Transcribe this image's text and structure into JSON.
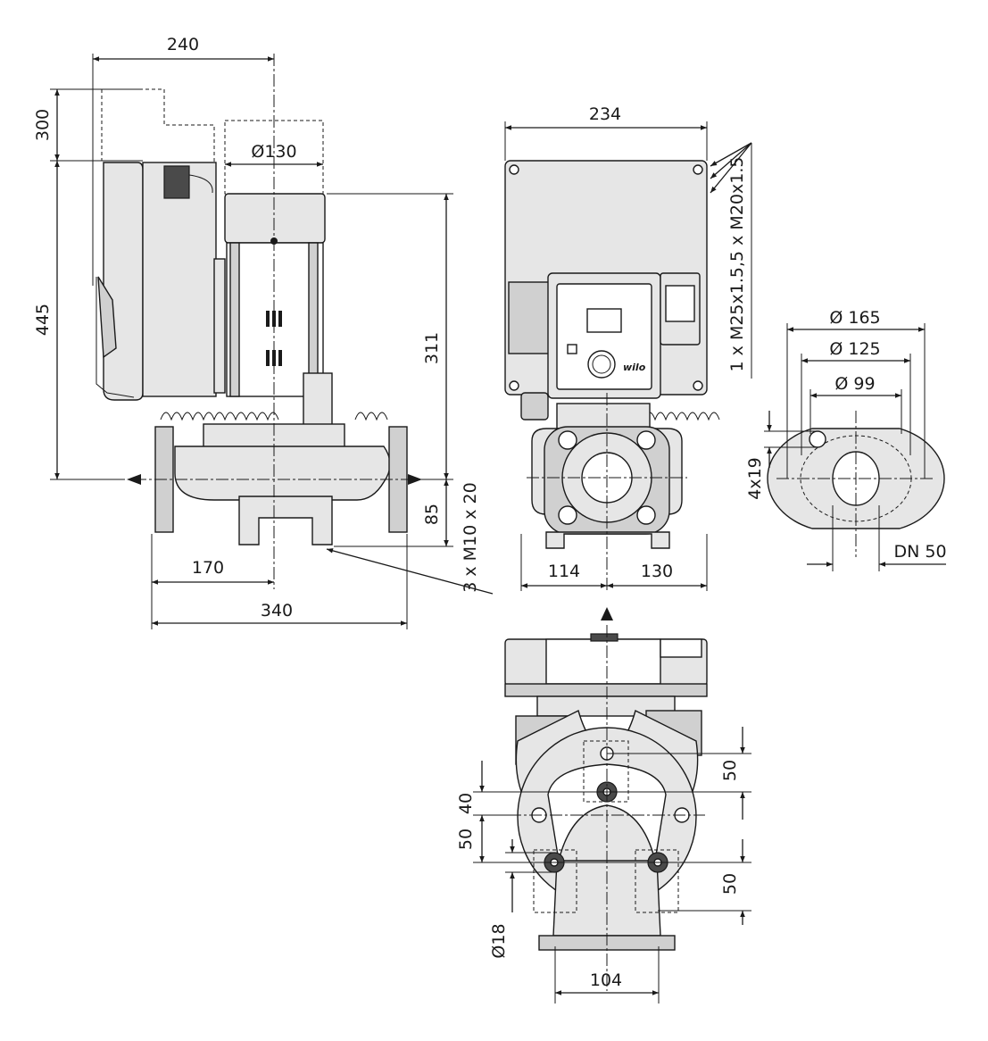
{
  "colors": {
    "line": "#1a1a1a",
    "housing": "#e6e6e6",
    "housing_dark": "#d0d0d0",
    "background": "#ffffff"
  },
  "side_view": {
    "dim_240": "240",
    "dim_300": "300",
    "dim_445": "445",
    "dim_130_dia": "Ø130",
    "dim_311": "311",
    "dim_85": "85",
    "dim_170": "170",
    "dim_340": "340",
    "bolt_note": "3 x M10 x 20"
  },
  "front_view": {
    "dim_234": "234",
    "dim_114": "114",
    "dim_130": "130",
    "cable_note": "1 x M25x1.5,5 x M20x1.5",
    "brand": "wilo"
  },
  "flange_view": {
    "dia_165": "Ø 165",
    "dia_125": "Ø 125",
    "dia_99": "Ø 99",
    "holes": "4x19",
    "nominal": "DN 50"
  },
  "bottom_view": {
    "dim_50_top": "50",
    "dim_40": "40",
    "dim_50_left": "50",
    "dim_50_right": "50",
    "dim_18_dia": "Ø18",
    "dim_104": "104"
  }
}
